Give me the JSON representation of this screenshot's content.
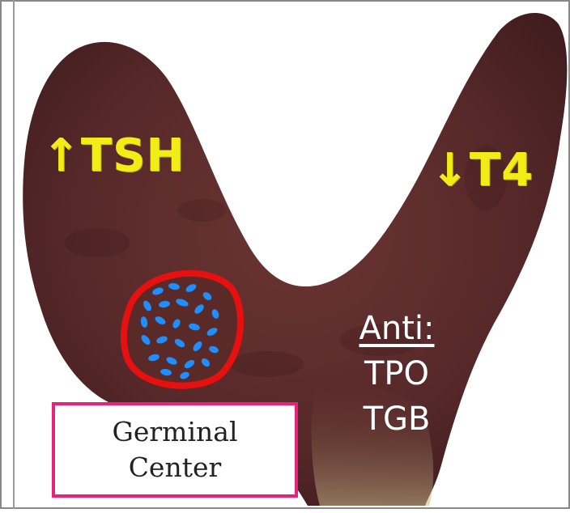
{
  "annotations": {
    "left_lobe": "↑TSH",
    "right_lobe": "↓T4",
    "antibodies": {
      "heading": "Anti:",
      "items": [
        "TPO",
        "TGB"
      ]
    }
  },
  "label_box": {
    "line1": "Germinal",
    "line2": "Center"
  },
  "colors": {
    "tissue": "#5a2a28",
    "annotation": "#f2ec17",
    "germinal_outline": "#e61010",
    "germinal_cells": "#1f8fff",
    "label_border": "#e8247a",
    "frame": "#888888"
  }
}
